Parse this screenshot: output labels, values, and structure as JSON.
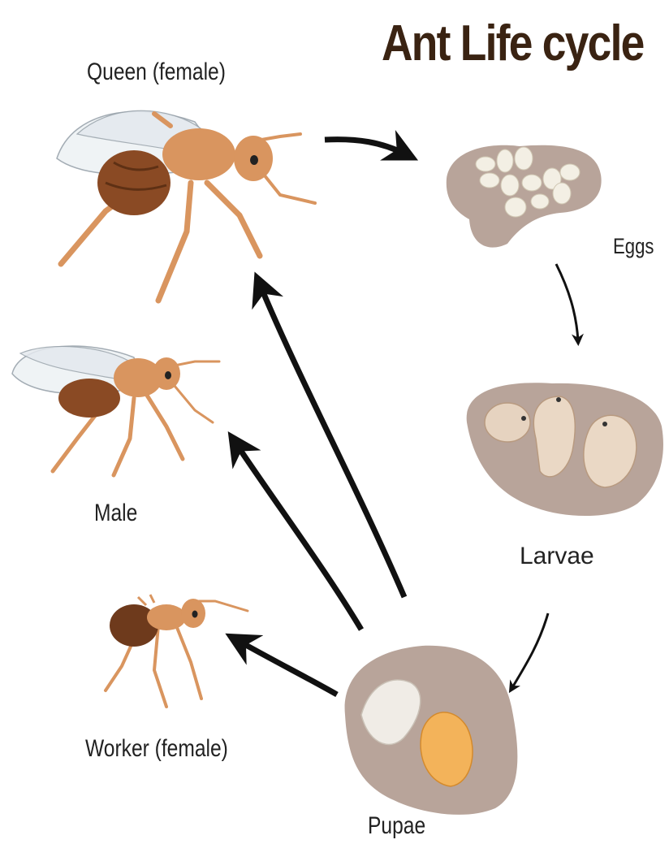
{
  "title": "Ant Life cycle",
  "stages": {
    "queen": "Queen (female)",
    "eggs": "Eggs",
    "larvae": "Larvae",
    "pupae": "Pupae",
    "male": "Male",
    "worker": "Worker (female)"
  },
  "colors": {
    "title": "#3a2312",
    "ant_body": "#d9955f",
    "ant_abdomen": "#8a4a24",
    "nest": "#b8a49a",
    "arrow": "#111111"
  }
}
